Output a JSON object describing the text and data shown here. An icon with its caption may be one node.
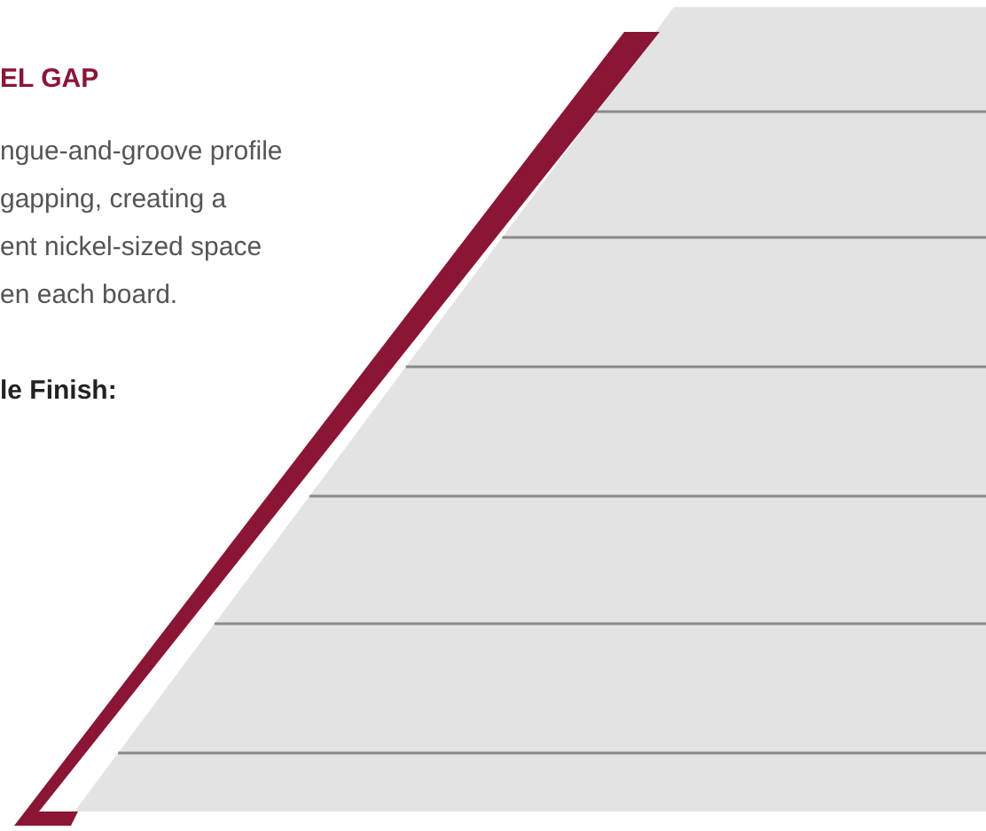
{
  "diagram": {
    "title": "EL GAP",
    "labels": [
      "ngue-and-groove profile",
      "gapping, creating a",
      "ent nickel-sized space",
      "en each board.",
      "le Finish:"
    ]
  }
}
